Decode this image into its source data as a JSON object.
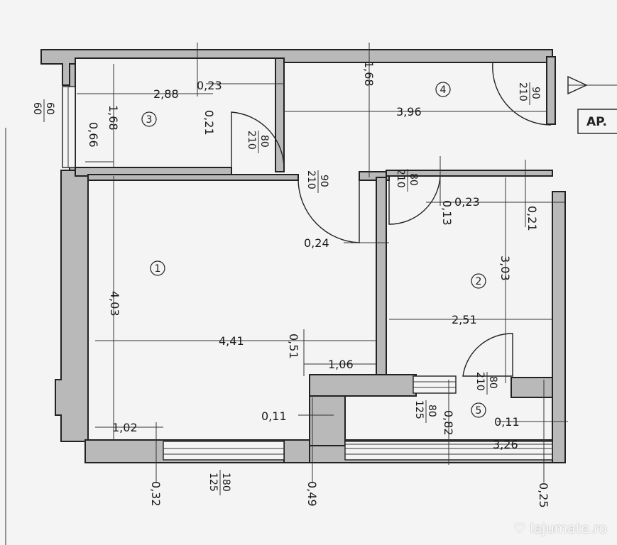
{
  "apartment_tag": "AP.",
  "rooms": [
    {
      "id": "room-1",
      "number": "1"
    },
    {
      "id": "room-2",
      "number": "2"
    },
    {
      "id": "room-3",
      "number": "3"
    },
    {
      "id": "room-4",
      "number": "4"
    },
    {
      "id": "room-5",
      "number": "5"
    }
  ],
  "dimensions": {
    "d_023_top": "0,23",
    "d_288": "2,88",
    "d_021_top": "0,21",
    "d_168_room3": "1,68",
    "d_066": "0,66",
    "d_168_center": "1,68",
    "d_396": "3,96",
    "d_023_right": "0,23",
    "d_021_right": "0,21",
    "d_013": "0,13",
    "d_024": "0,24",
    "d_403": "4,03",
    "d_441": "4,41",
    "d_303": "3,03",
    "d_251": "2,51",
    "d_051": "0,51",
    "d_106": "1,06",
    "d_011_left": "0,11",
    "d_102": "1,02",
    "d_082": "0,82",
    "d_011_right": "0,11",
    "d_326": "3,26",
    "d_032": "0,32",
    "d_049": "0,49",
    "d_025": "0,25"
  },
  "openings": {
    "window_left": {
      "w": "60",
      "h": "60"
    },
    "door_room3": {
      "w": "80",
      "h": "210"
    },
    "door_room1": {
      "w": "90",
      "h": "210"
    },
    "door_room2_top": {
      "w": "80",
      "h": "210"
    },
    "door_entry": {
      "w": "90",
      "h": "210"
    },
    "door_room5": {
      "w": "80",
      "h": "210"
    },
    "window_room5": {
      "w": "80",
      "h": "125"
    },
    "window_bottom": {
      "w": "180",
      "h": "125"
    }
  },
  "watermark": "lajumate.ro"
}
